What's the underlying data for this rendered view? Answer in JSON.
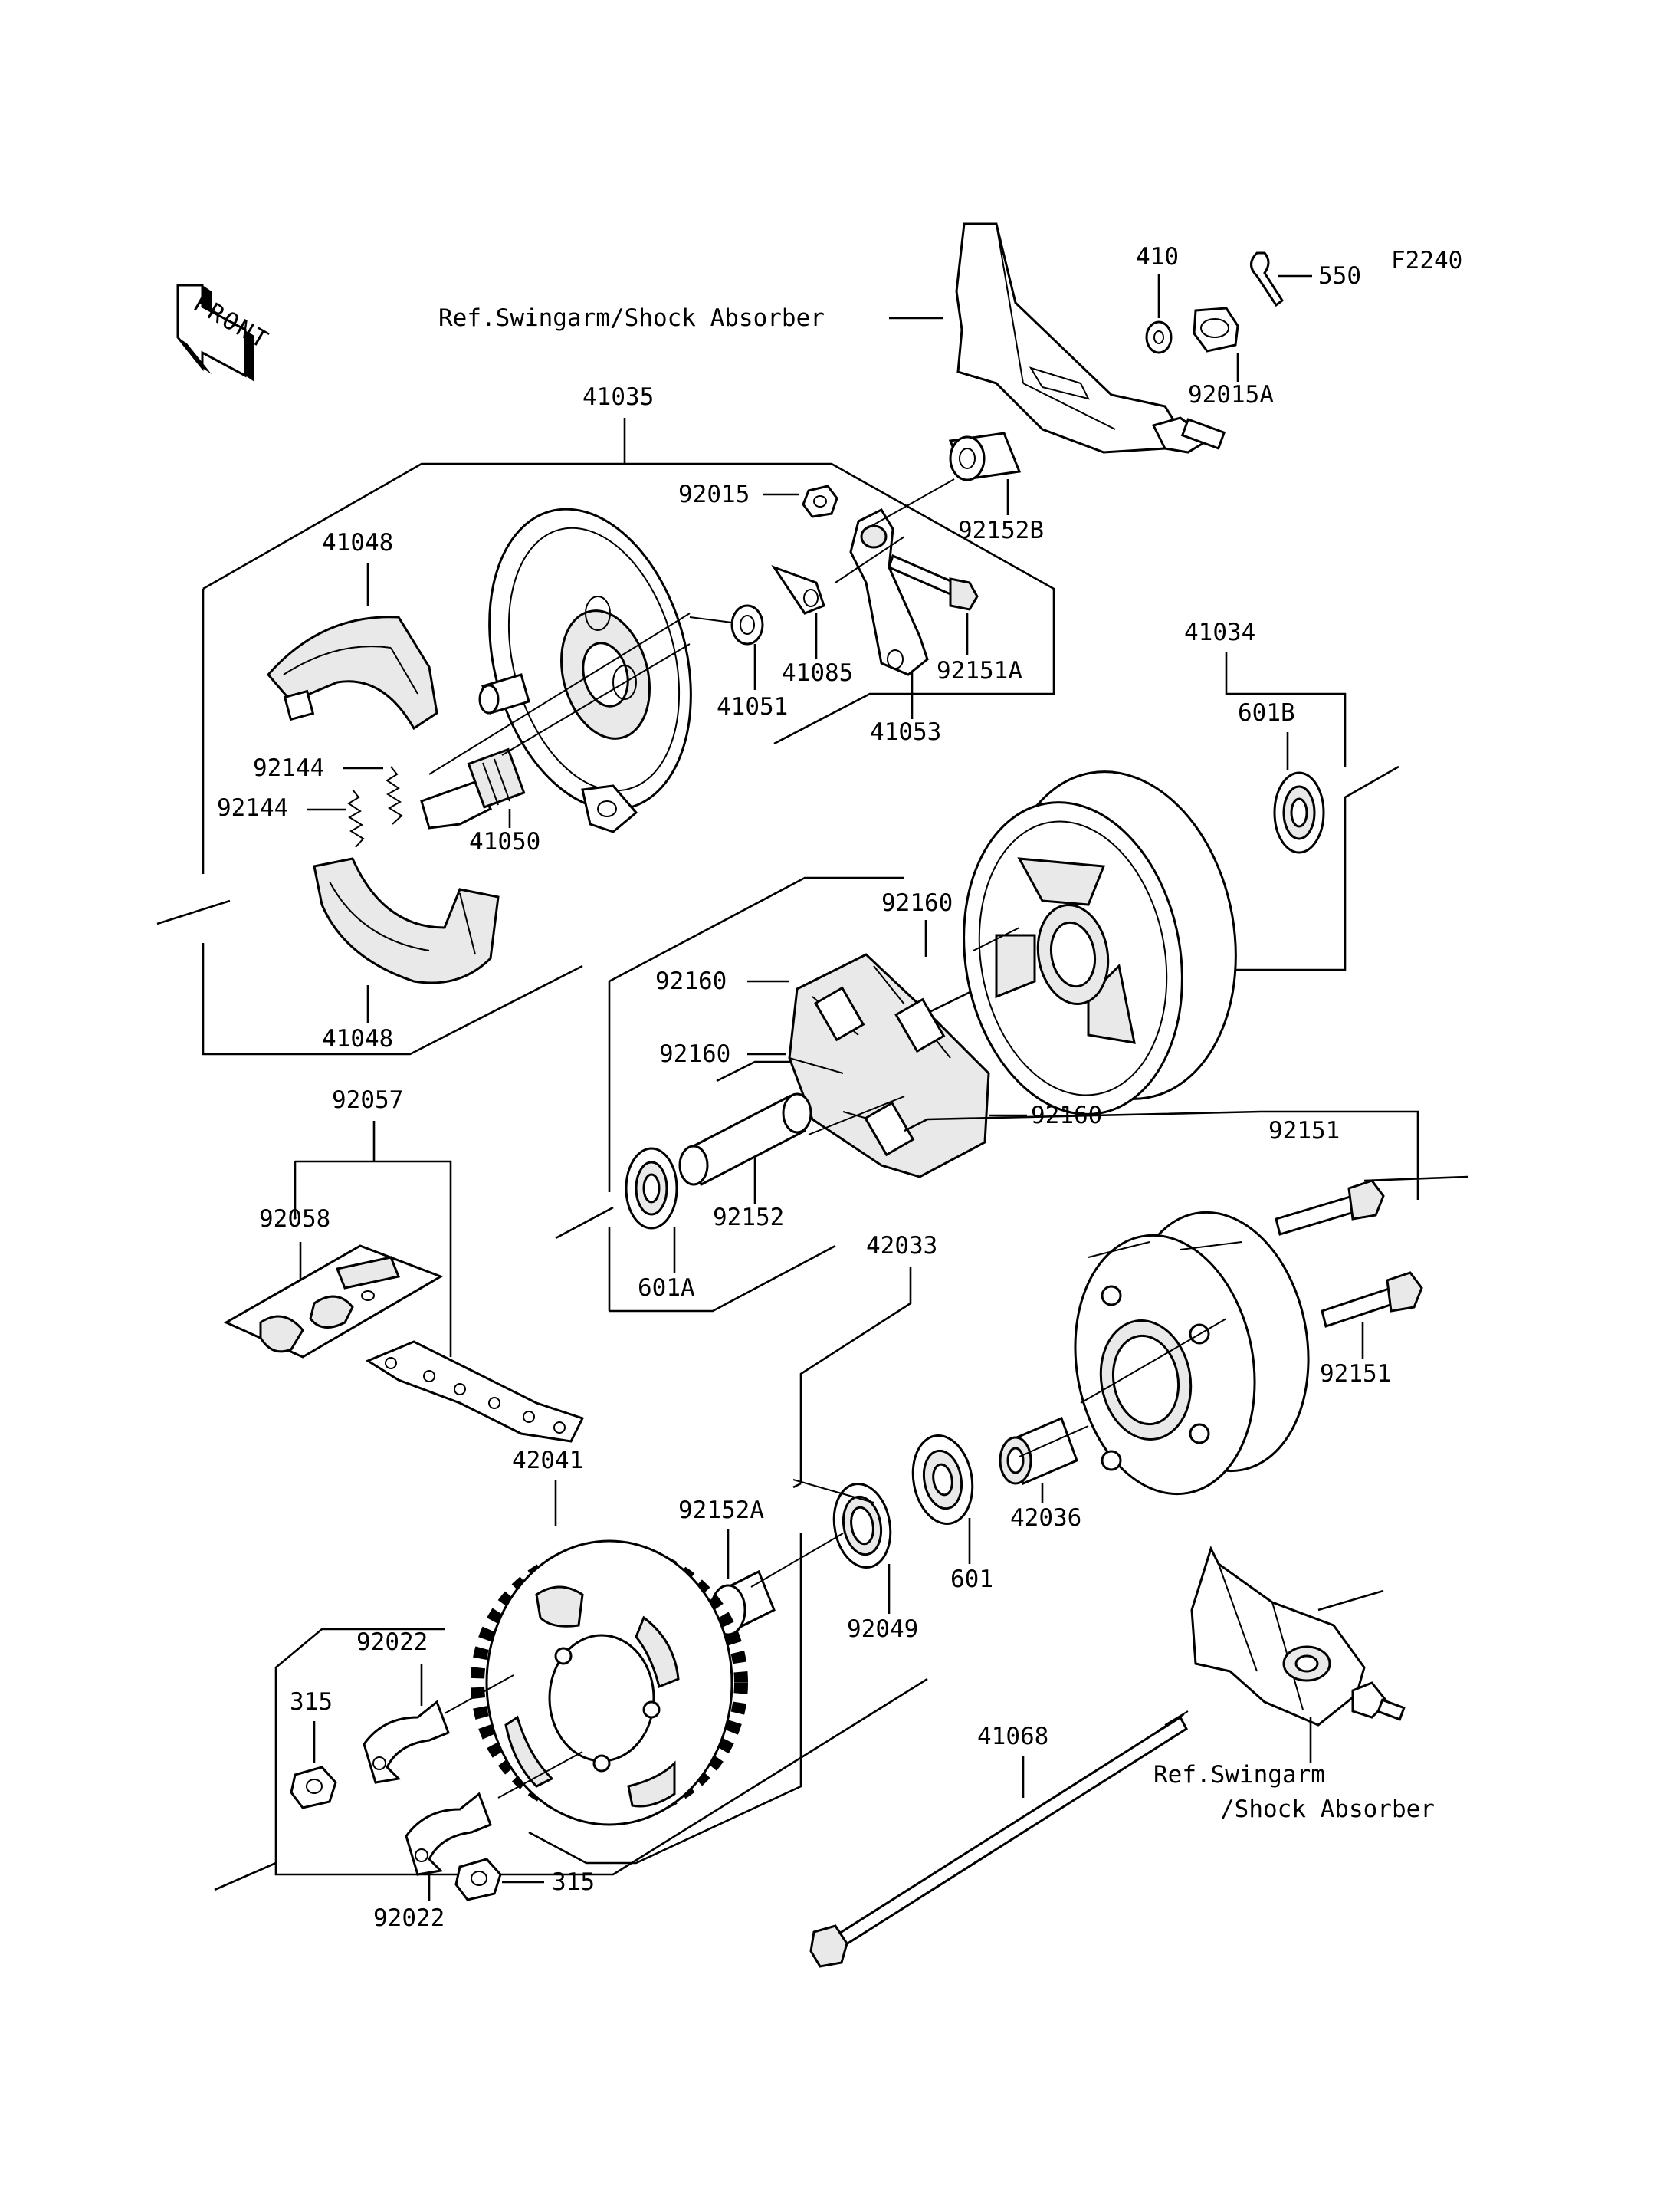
{
  "figure_code": "F2240",
  "front_arrow_text": "FRONT",
  "references": {
    "top": "Ref.Swingarm/Shock Absorber",
    "bottom_line1": "Ref.Swingarm",
    "bottom_line2": "/Shock Absorber"
  },
  "parts": {
    "p410": "410",
    "p550": "550",
    "p92015A": "92015A",
    "p41035": "41035",
    "p92015": "92015",
    "p92152B": "92152B",
    "p41048_top": "41048",
    "p41051": "41051",
    "p41085": "41085",
    "p92151A": "92151A",
    "p41053": "41053",
    "p41034": "41034",
    "p601B": "601B",
    "p92144_a": "92144",
    "p92144_b": "92144",
    "p41050": "41050",
    "p92160_a": "92160",
    "p92160_b": "92160",
    "p92160_c": "92160",
    "p92160_d": "92160",
    "p41048_bot": "41048",
    "p92057": "92057",
    "p92058": "92058",
    "p92151_a": "92151",
    "p92151_b": "92151",
    "p92152": "92152",
    "p601A": "601A",
    "p42033": "42033",
    "p42041": "42041",
    "p92152A": "92152A",
    "p42036": "42036",
    "p601": "601",
    "p92049": "92049",
    "p92022_a": "92022",
    "p92022_b": "92022",
    "p315_a": "315",
    "p315_b": "315",
    "p41068": "41068"
  }
}
